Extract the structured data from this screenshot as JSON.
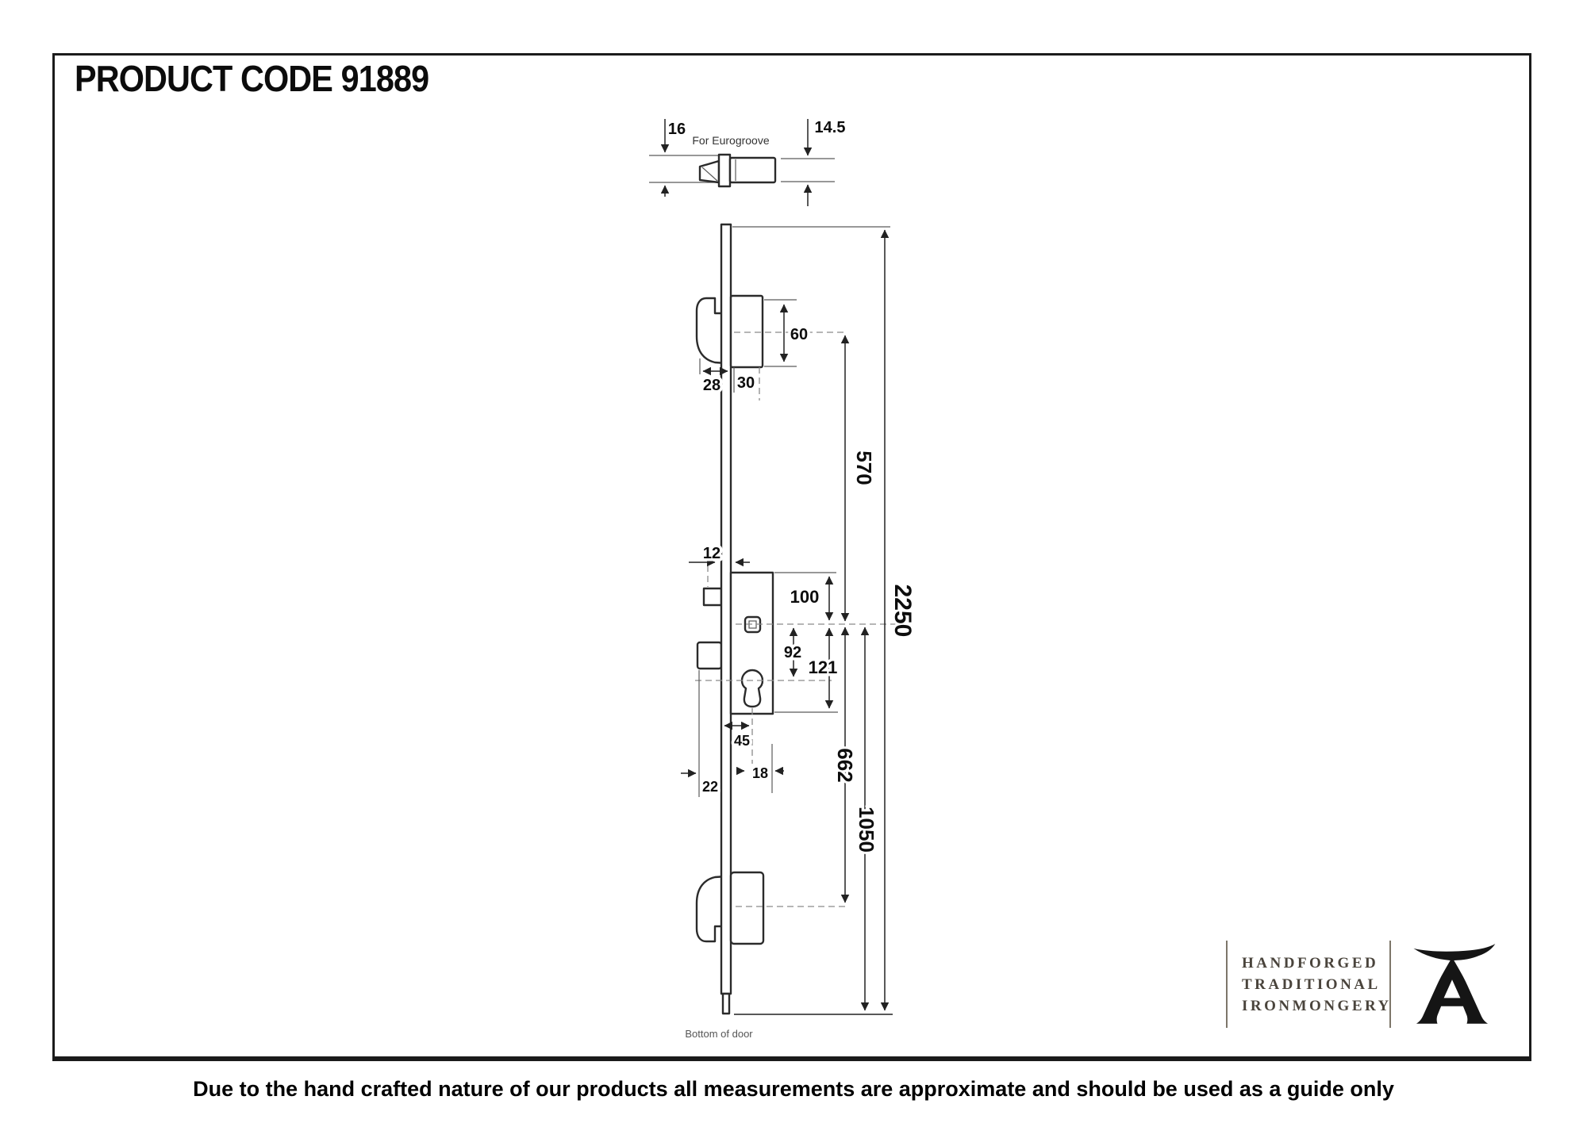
{
  "page": {
    "title": "PRODUCT CODE 91889",
    "disclaimer": "Due to the hand crafted nature of our products all measurements are approximate and should be used as a guide only"
  },
  "drawing": {
    "top_detail": {
      "faceplate_width": "16",
      "note": "For Eurogroove",
      "latch_depth": "14.5"
    },
    "dims": {
      "keep_height": "60",
      "hook_offset": "28",
      "keep_width": "30",
      "latch_width": "12",
      "gearbox_top_to_spindle": "100",
      "spindle_to_cylinder": "92",
      "spindle_to_gearbox_bottom": "121",
      "backset": "45",
      "cylinder_offset": "18",
      "deadbolt_offset": "22",
      "top_keep_to_spindle": "570",
      "overall_length": "2250",
      "spindle_to_bottom_keep": "662",
      "spindle_to_door_bottom": "1050"
    },
    "bottom_label": "Bottom of door"
  },
  "logo": {
    "line1": "HANDFORGED",
    "line2": "TRADITIONAL",
    "line3": "IRONMONGERY",
    "text_color": "#4a443c"
  },
  "colors": {
    "line": "#2b2b2b",
    "dim_text": "#0d0d0d",
    "border": "#1b1b1b"
  }
}
